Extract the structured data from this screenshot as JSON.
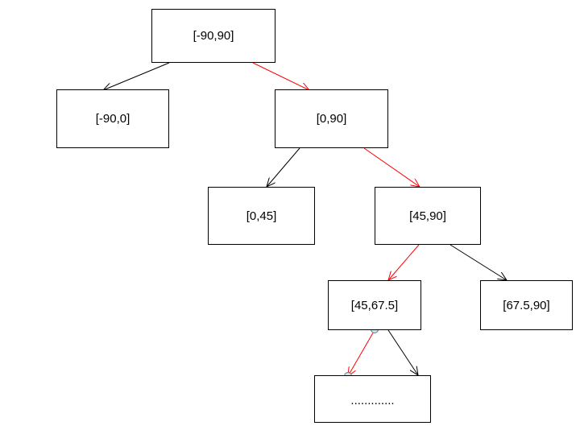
{
  "colors": {
    "path_edge": "#ff0000",
    "normal_edge": "#000000",
    "connector_handle": "#c8e6f0"
  },
  "nodes": {
    "root": "[-90,90]",
    "left_1": "[-90,0]",
    "right_1": "[0,90]",
    "left_2": "[0,45]",
    "right_2": "[45,90]",
    "left_3": "[45,67.5]",
    "right_3": "[67.5,90]",
    "left_4": "............."
  }
}
